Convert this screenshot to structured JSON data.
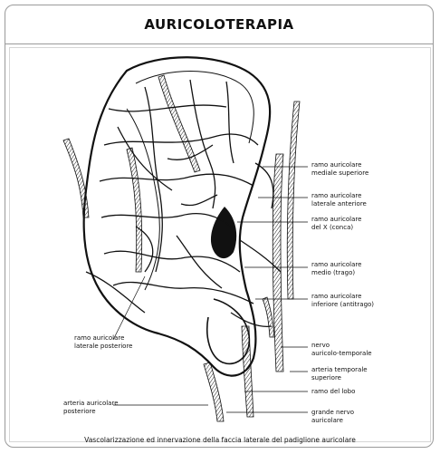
{
  "title": "AURICOLOTERAPIA",
  "labels": {
    "ramo_mediale_superiore": "ramo auricolare\nmediale superiore",
    "ramo_laterale_anteriore": "ramo auricolare\nlaterale anteriore",
    "ramo_x": "ramo auricolare\ndel X (conca)",
    "ramo_medio": "ramo auricolare\nmedio (trago)",
    "ramo_inferiore": "ramo auricolare\ninferiore (antitrago)",
    "ramo_laterale_posteriore": "ramo auricolare\nlaterale posteriore",
    "nervo_auricolo_temporale": "nervo\nauricolo-temporale",
    "arteria_temporale": "arteria temporale\nsuperiore",
    "ramo_lobo": "ramo del lobo",
    "arteria_auricolare_posteriore": "arteria auricolare\nposteriore",
    "grande_nervo": "grande nervo\nauricolare"
  },
  "caption": "Vascolarizzazione ed innervazione della faccia laterale del padiglione auricolare"
}
